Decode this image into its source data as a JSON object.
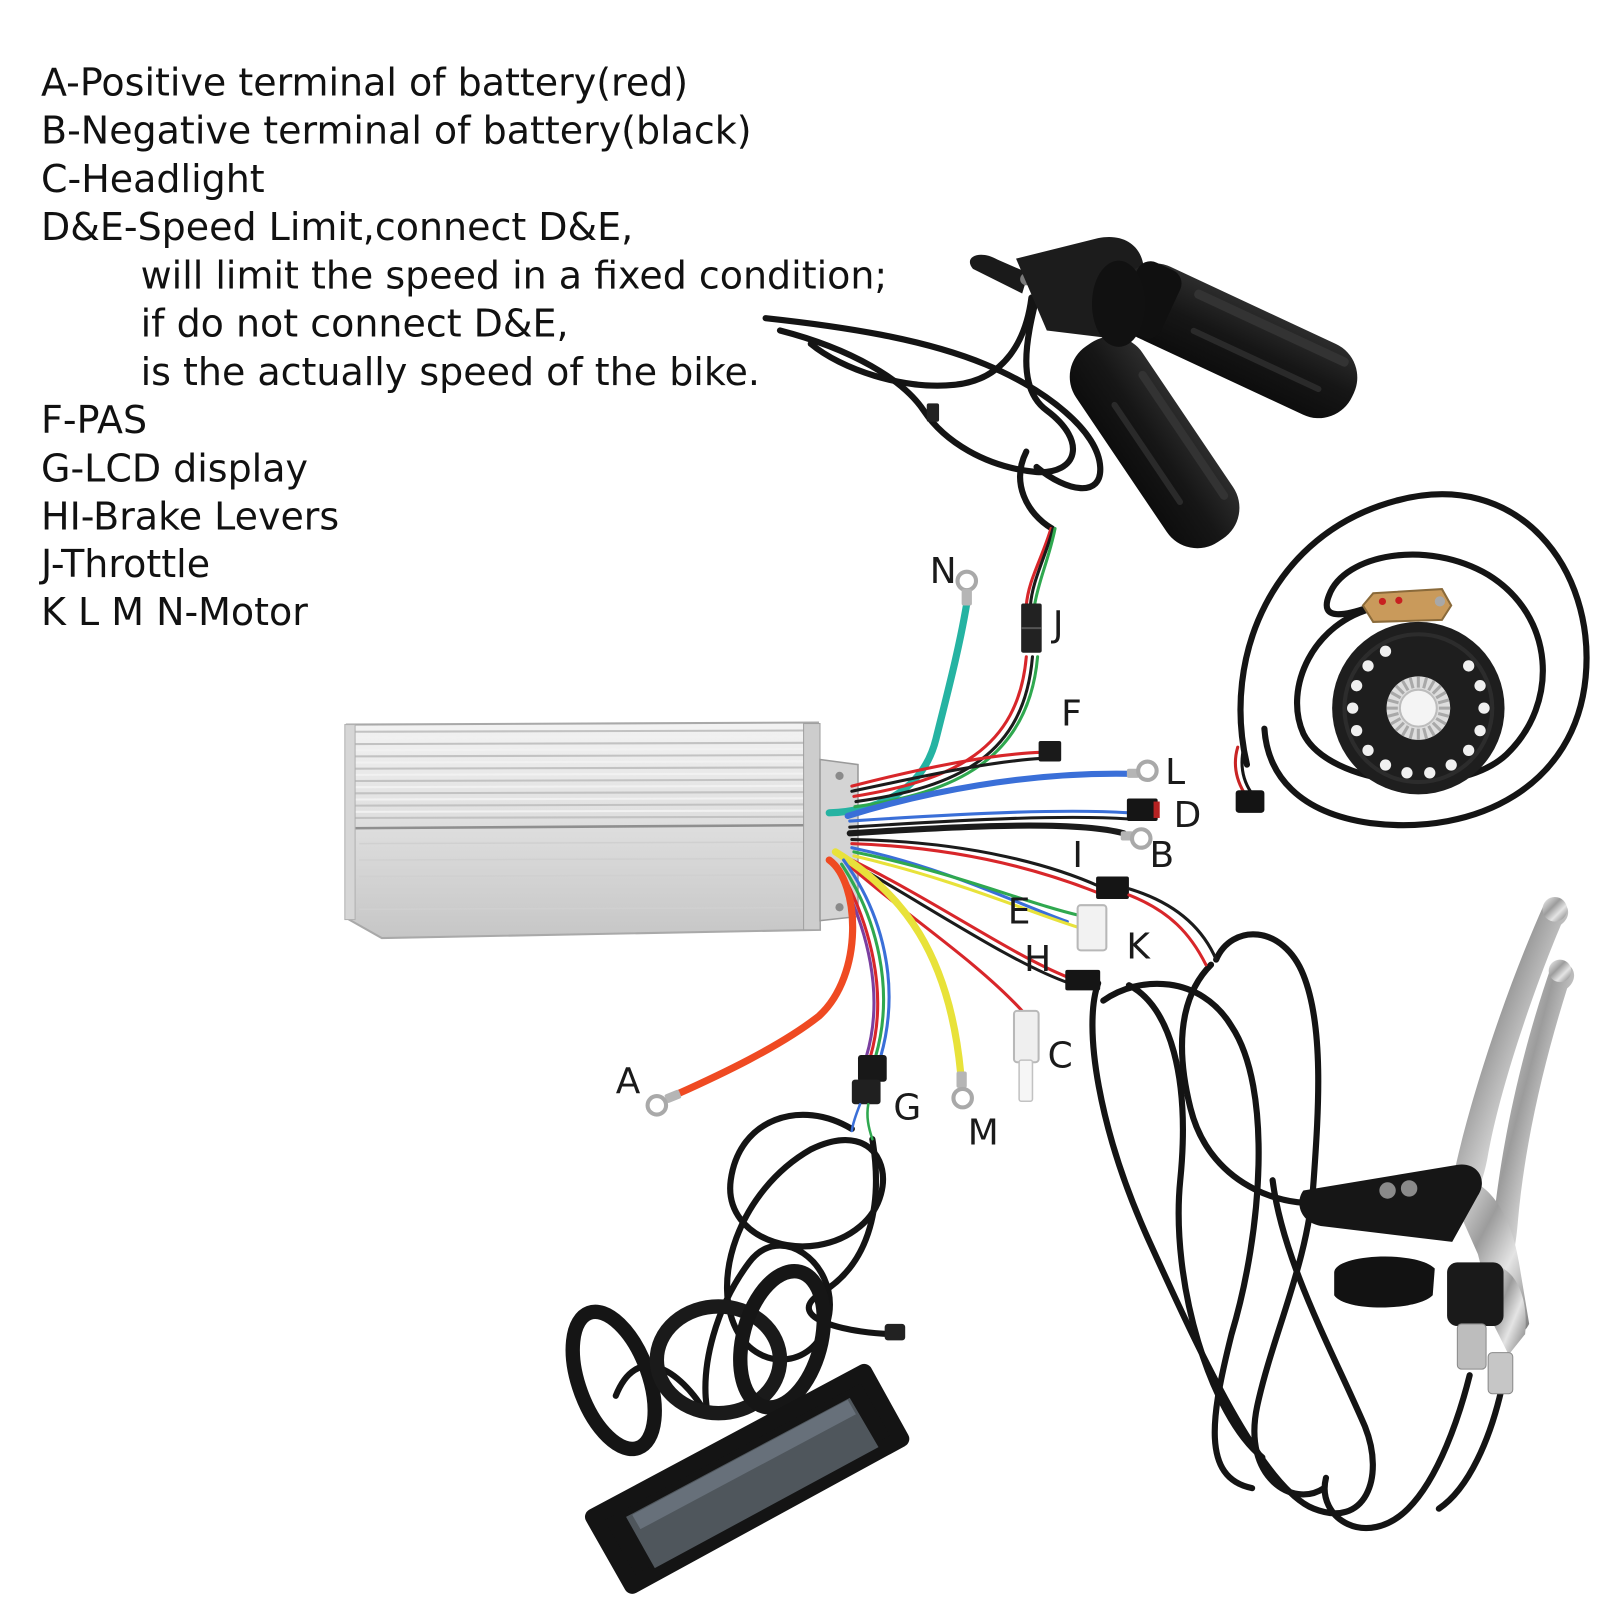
{
  "legend": {
    "lines": [
      "A-Positive terminal of battery(red)",
      "B-Negative terminal of battery(black)",
      "C-Headlight",
      "D&E-Speed Limit,connect D&E,",
      "will limit the speed in a fixed condition;",
      "if do not connect D&E,",
      "is the actually speed of the bike.",
      "F-PAS",
      "G-LCD display",
      "HI-Brake Levers",
      "J-Throttle",
      "K L M N-Motor"
    ]
  },
  "labels": {
    "n": "N",
    "j": "J",
    "f": "F",
    "l": "L",
    "d": "D",
    "b": "B",
    "i": "I",
    "e": "E",
    "k": "K",
    "h": "H",
    "c": "C",
    "a": "A",
    "g": "G",
    "m": "M"
  }
}
